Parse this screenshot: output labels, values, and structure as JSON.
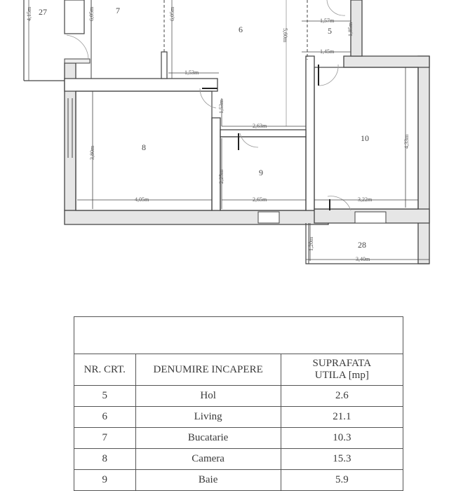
{
  "floor_plan": {
    "rooms": [
      {
        "id": "27",
        "label": "27"
      },
      {
        "id": "7",
        "label": "7"
      },
      {
        "id": "6",
        "label": "6"
      },
      {
        "id": "5",
        "label": "5"
      },
      {
        "id": "8",
        "label": "8"
      },
      {
        "id": "9",
        "label": "9"
      },
      {
        "id": "10",
        "label": "10"
      },
      {
        "id": "28",
        "label": "28"
      }
    ],
    "dimensions": {
      "r27_height": "4,15m",
      "r7_left": "6,05m",
      "r7_right": "6,05m",
      "r6_height": "5,60m",
      "r5_top": "1,57m",
      "r5_side": "1,85m",
      "r5_bottom": "1,45m",
      "hall_width": "1,53m",
      "hall_height": "1,53m",
      "r9_top": "2,63m",
      "r8_height": "3,80m",
      "r8_width": "4,05m",
      "r9_height": "2,25m",
      "r9_width": "2,65m",
      "r10_height": "4,33m",
      "r10_width": "3,22m",
      "r28_height": "1,20m",
      "r28_width": "3,40m"
    }
  },
  "table": {
    "title": "",
    "headers": {
      "nr": "NR. CRT.",
      "name": "DENUMIRE INCAPERE",
      "area_line1": "SUPRAFATA",
      "area_line2": "UTILA [mp]"
    },
    "rows": [
      {
        "nr": "5",
        "name": "Hol",
        "area": "2.6"
      },
      {
        "nr": "6",
        "name": "Living",
        "area": "21.1"
      },
      {
        "nr": "7",
        "name": "Bucatarie",
        "area": "10.3"
      },
      {
        "nr": "8",
        "name": "Camera",
        "area": "15.3"
      },
      {
        "nr": "9",
        "name": "Baie",
        "area": "5.9"
      }
    ]
  }
}
